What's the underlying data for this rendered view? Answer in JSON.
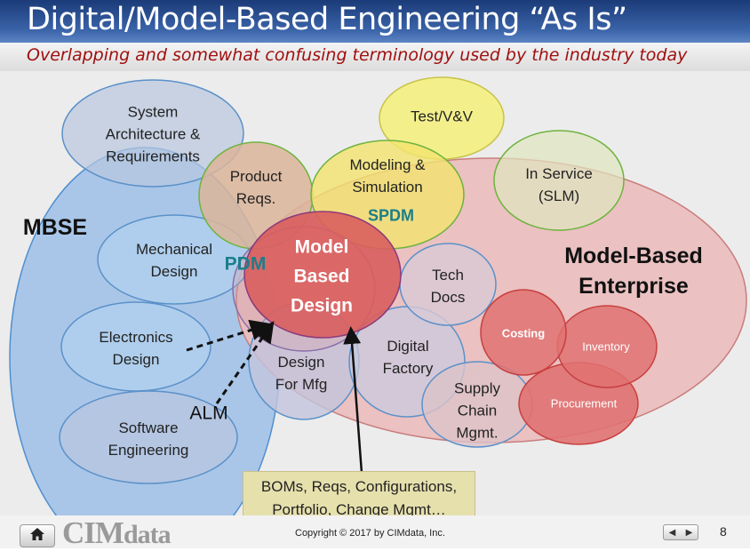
{
  "header": {
    "title": "Digital/Model-Based Engineering “As Is”",
    "subtitle": "Overlapping and somewhat confusing terminology used by the industry today"
  },
  "diagram": {
    "mbse": "MBSE",
    "system_arch": "System\nArchitecture &\nRequirements",
    "mechanical": "Mechanical\nDesign",
    "electronics": "Electronics\nDesign",
    "software": "Software\nEngineering",
    "product_reqs": "Product\nReqs.",
    "test_vv": "Test/V&V",
    "modeling": "Modeling &\nSimulation",
    "spdm": "SPDM",
    "in_service": "In Service\n(SLM)",
    "model_based_enterprise": "Model-Based\nEnterprise",
    "pdm": "PDM",
    "model_based_design": "Model\nBased\nDesign",
    "tech_docs": "Tech\nDocs",
    "digital_factory": "Digital\nFactory",
    "design_for_mfg": "Design\nFor Mfg",
    "costing": "Costing",
    "inventory": "Inventory",
    "procurement": "Procurement",
    "supply_chain": "Supply\nChain\nMgmt.",
    "alm": "ALM",
    "callout": "BOMs, Reqs, Configurations,\nPortfolio, Change Mgmt…"
  },
  "footer": {
    "logo_big": "CIM",
    "logo_rest": "data",
    "copyright": "Copyright © 2017 by CIMdata, Inc.",
    "nav_prev": "◀",
    "nav_next": "▶",
    "page_number": "8"
  },
  "icons": {
    "home": "home-icon"
  },
  "colors": {
    "header_blue": "#2a4f94",
    "subtitle_red": "#a01010",
    "mbse_blue": "#a9c6e8",
    "enterprise_pink": "#e8b8b8",
    "design_red": "#d95e5e",
    "test_yellow": "#f3f08c",
    "spdm_teal": "#1a7f8a"
  }
}
